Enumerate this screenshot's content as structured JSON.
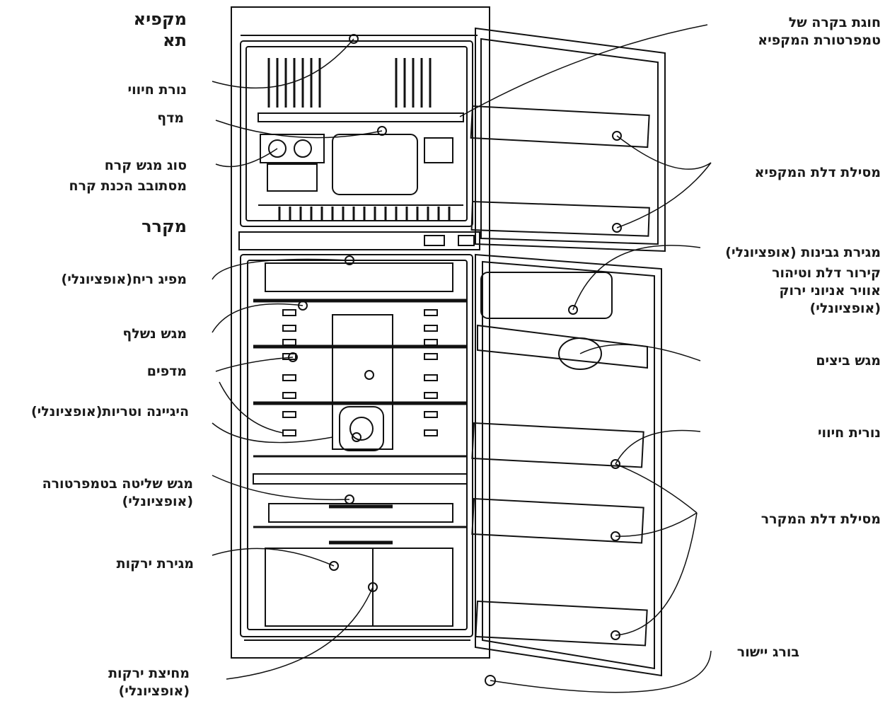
{
  "labels": {
    "freezer_compartment": [
      "מקפיא",
      "תא"
    ],
    "freezer_lamp": "נורת חיווי",
    "shelf_top": "מדף",
    "ice_tray_type": "סוג מגש קרח",
    "ice_maker_rotary": "מסתובב הכנת קרח",
    "refrigerator": "מקרר",
    "odor_dispenser": "מפיג ריח(אופציונלי)",
    "sliding_tray": "מגש נשלף",
    "shelves": "מדפים",
    "hygiene_batteries": "היגיינה וטריות(אופציונלי)",
    "temp_control_tray": [
      "מגש שליטה בטמפרטורה",
      "(אופציונלי)"
    ],
    "vegetable_drawer": "מגירת ירקות",
    "vegetable_divider": [
      "מחיצת ירקות",
      "(אופציונלי)"
    ],
    "freezer_temp_knob": [
      "חוגת בקרה של",
      "טמפרטורת המקפיא"
    ],
    "freezer_door_rack": "מסילת דלת המקפיא",
    "cheese_drawer": "מגירת גבינות (אופציונלי)",
    "door_cooling": [
      "קירור דלת וטיהור",
      "אוויר אניוני ירוק",
      "(אופציונלי)"
    ],
    "egg_tray": "מגש ביצים",
    "fridge_lamp": "נורית חיווי",
    "fridge_door_rack": "מסילת דלת המקרר",
    "leveling_screw": "בורג יישור"
  }
}
